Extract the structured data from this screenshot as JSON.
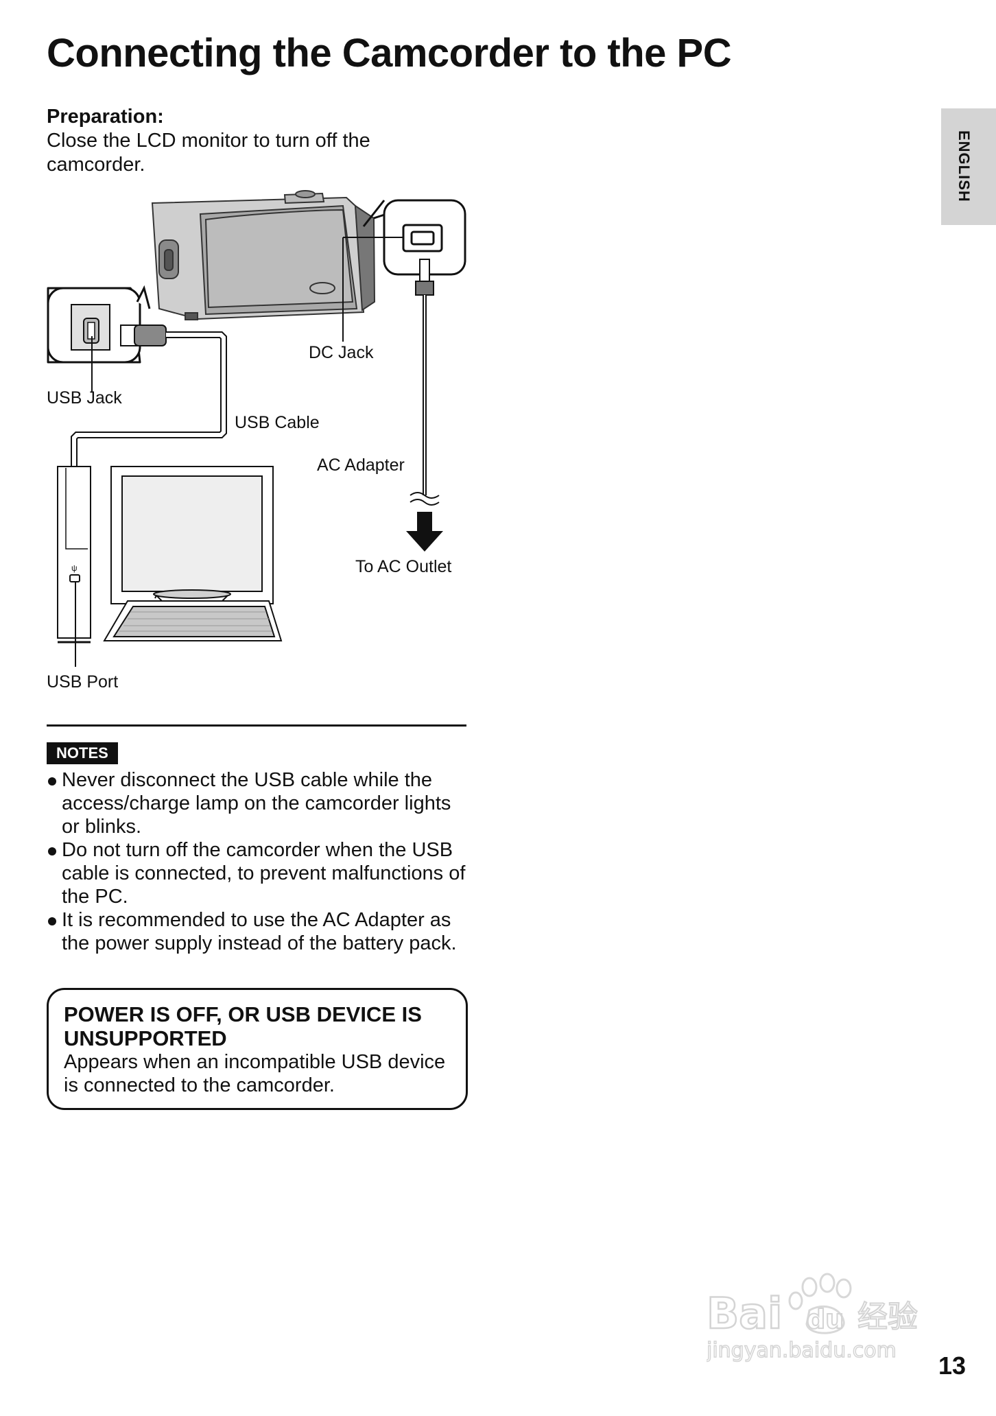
{
  "page": {
    "title": "Connecting the Camcorder to the PC",
    "language_tab": "ENGLISH",
    "page_number": "13"
  },
  "preparation": {
    "heading": "Preparation:",
    "text": "Close the LCD monitor to turn off the camcorder."
  },
  "diagram": {
    "labels": {
      "dc_jack": "DC Jack",
      "usb_jack": "USB Jack",
      "usb_cable": "USB Cable",
      "ac_adapter": "AC Adapter",
      "to_ac_outlet": "To AC Outlet",
      "usb_port": "USB Port"
    }
  },
  "notes": {
    "badge": "NOTES",
    "items": [
      "Never disconnect the USB cable while the access/charge lamp on the camcorder lights or blinks.",
      "Do not turn off the camcorder when the USB cable is connected, to prevent malfunctions of the PC.",
      "It is recommended to use the AC Adapter as the power supply instead of the battery pack."
    ]
  },
  "message_box": {
    "title": "POWER IS OFF, OR USB DEVICE IS UNSUPPORTED",
    "text": "Appears when an incompatible USB device is connected to the camcorder."
  },
  "watermark": {
    "brand": "Bai du 经验",
    "url": "jingyan.baidu.com"
  }
}
